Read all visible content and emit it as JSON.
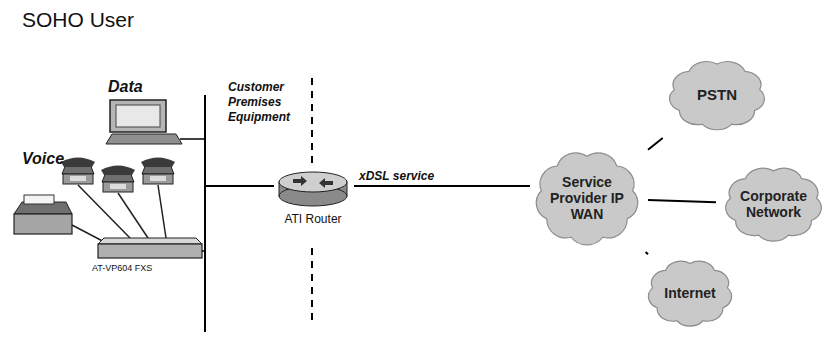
{
  "diagram": {
    "title": "SOHO User",
    "nodes": [
      {
        "text": [
          "ATI Router"
        ]
      },
      {
        "text": [
          "Service Provider IP WAN"
        ]
      },
      {
        "text": [
          "PSTN"
        ]
      },
      {
        "text": [
          "Corporate Network"
        ]
      },
      {
        "text": [
          "Internet"
        ]
      }
    ],
    "edges": [
      {
        "from": 0,
        "to": 1,
        "arrow": "none",
        "label": "xDSL service"
      },
      {
        "from": 1,
        "to": 2,
        "arrow": "none"
      },
      {
        "from": 1,
        "to": 3,
        "arrow": "none"
      },
      {
        "from": 1,
        "to": 4,
        "arrow": "none"
      }
    ],
    "labels": [
      "Data",
      "Voice",
      "Customer Premises Equipment",
      "AT-VP604 FXS"
    ]
  }
}
